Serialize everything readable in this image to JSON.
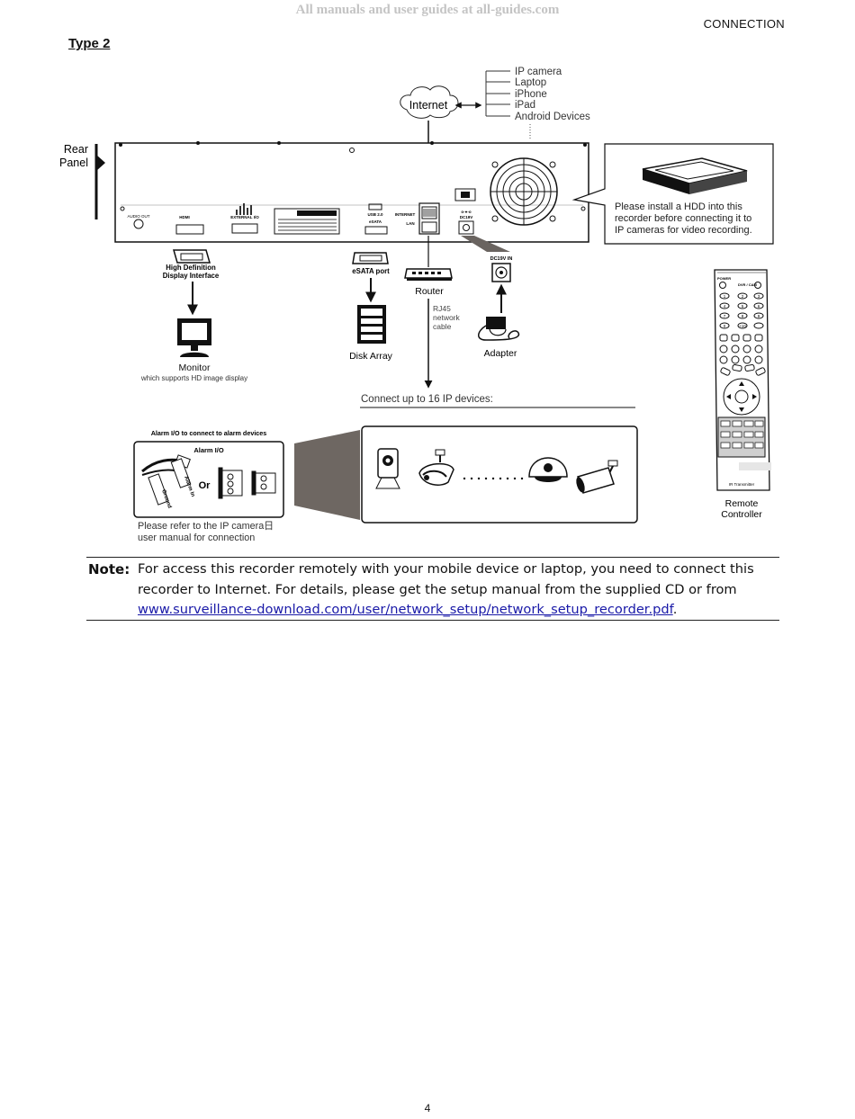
{
  "watermark": "All manuals and user guides at all-guides.com",
  "header": {
    "section": "CONNECTION"
  },
  "title": "Type 2",
  "diagram": {
    "internet_label": "Internet",
    "internet_devices": [
      "IP camera",
      "Laptop",
      "iPhone",
      "iPad",
      "Android Devices"
    ],
    "rear_panel_label": [
      "Rear",
      "Panel"
    ],
    "panel_ports": [
      "AUDIO OUT",
      "HDMI",
      "EXTERNAL I/O",
      "USB 2.0",
      "eSATA",
      "INTERNET",
      "LAN",
      "DC19V IN"
    ],
    "hdd_note": [
      "Please install a HDD into this",
      "recorder before connecting it to",
      "IP cameras for video recording."
    ],
    "hdmi_label": [
      "High Definition",
      "Display Interface"
    ],
    "monitor_label": "Monitor",
    "monitor_sub": "which supports HD image display",
    "esata_label": "eSATA port",
    "disk_array_label": "Disk Array",
    "router_label": "Router",
    "cable_label": [
      "RJ45",
      "network",
      "cable"
    ],
    "dc_label": "DC19V IN",
    "adapter_label": "Adapter",
    "connect_label": "Connect up to 16 IP devices:",
    "alarm_title": "Alarm I/O to connect to alarm devices",
    "alarm_box_title": "Alarm I/O",
    "alarm_or": "Or",
    "alarm_ground": "Ground",
    "alarm_in": "Alarm In",
    "refer_note": [
      "Please refer to the IP camera日",
      "user manual for connection"
    ],
    "remote_label": [
      "Remote",
      "Controller"
    ],
    "remote_power": "POWER",
    "remote_dvr": "DVR / CAM",
    "remote_ir": "IR Transmitter",
    "remote_keys": [
      "1",
      "2",
      "3",
      "4",
      "5",
      "6",
      "7",
      "8",
      "9",
      "0",
      "+10",
      ""
    ]
  },
  "note": {
    "label": "Note:",
    "text": "For access this recorder remotely with your mobile device or laptop, you need to connect this recorder to Internet. For details, please get the setup manual from the supplied CD or from ",
    "link": "www.surveillance-download.com/user/network_setup/network_setup_recorder.pdf",
    "end": "."
  },
  "page_number": "4"
}
